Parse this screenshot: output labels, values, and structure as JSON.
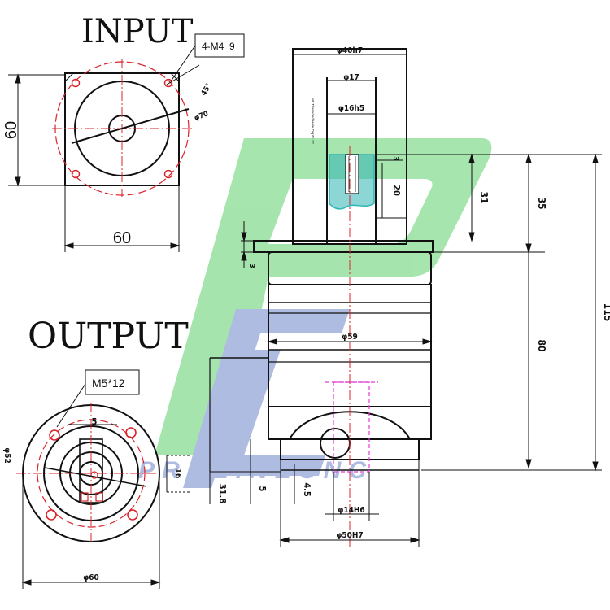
{
  "titles": {
    "input": "INPUT",
    "output": "OUTPUT"
  },
  "callouts": {
    "input_holes": "4-M4  9",
    "output_holes": "M5*12"
  },
  "input_view": {
    "width": "60",
    "height": "60",
    "bolt_circle": "φ70",
    "angle": "45°"
  },
  "output_view": {
    "flange_width": "φ60",
    "pcd": "φ52",
    "key_width": "5",
    "key_height": "16"
  },
  "side_view": {
    "input_bore": "φ40h7",
    "inner_bore": "φ17",
    "shaft_fit": "φ16h5",
    "thread_note": "M5 Threaded Hole Depth 12",
    "dim_3_top": "3",
    "dim_20": "20",
    "dim_31": "31",
    "dim_35": "35",
    "dim_115": "115",
    "dim_80": "80",
    "flange_3": "3",
    "body_dia": "φ59",
    "dim_31_8": "31.8",
    "dim_5": "5",
    "dim_4_5": "4.5",
    "output_shaft": "φ14H6",
    "output_pilot": "φ50H7"
  },
  "watermark": {
    "brand": "PROLINECNC"
  },
  "colors": {
    "line": "#111111",
    "red": "#d9232a",
    "green": "#5fcf6c",
    "blue": "#6f86c9",
    "magenta": "#e23bd8",
    "cyan": "#2fb5b5"
  }
}
